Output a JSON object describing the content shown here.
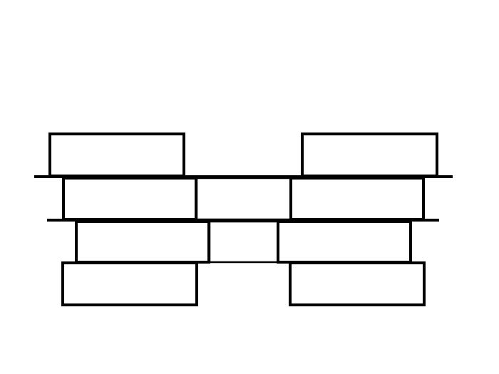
{
  "diagram": {
    "description_visible_text": "",
    "stroke_color": "#000000",
    "background_color": "#ffffff",
    "shelves": 2,
    "rows": [
      {
        "row": "top",
        "blocks": [
          "left",
          "right"
        ]
      },
      {
        "row": "second",
        "blocks": [
          "left",
          "middle",
          "right"
        ]
      },
      {
        "row": "third",
        "blocks": [
          "left",
          "middle",
          "right"
        ]
      },
      {
        "row": "bottom",
        "blocks": [
          "left",
          "right"
        ]
      }
    ]
  }
}
